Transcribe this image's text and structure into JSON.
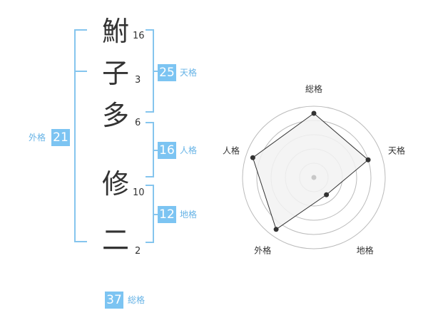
{
  "name": {
    "chars": [
      {
        "char": "鮒",
        "strokes": "16"
      },
      {
        "char": "子",
        "strokes": "3"
      },
      {
        "char": "多",
        "strokes": "6"
      },
      {
        "char": "修",
        "strokes": "10"
      },
      {
        "char": "二",
        "strokes": "2"
      }
    ]
  },
  "kaku": {
    "tenkaku": {
      "value": "25",
      "label": "天格"
    },
    "jinkaku": {
      "value": "16",
      "label": "人格"
    },
    "chikaku": {
      "value": "12",
      "label": "地格"
    },
    "gaikaku": {
      "value": "21",
      "label": "外格"
    },
    "soukaku": {
      "value": "37",
      "label": "総格"
    }
  },
  "chart_data": {
    "type": "radar",
    "axes": [
      "総格",
      "天格",
      "地格",
      "外格",
      "人格"
    ],
    "values": [
      4.5,
      4.0,
      1.5,
      4.5,
      4.5
    ],
    "rmax": 5,
    "rings": 5,
    "colors": {
      "fill": "#f2f2f2",
      "stroke": "#333333",
      "ring": "#bbbbbb",
      "center": "#c8c8c8"
    }
  }
}
